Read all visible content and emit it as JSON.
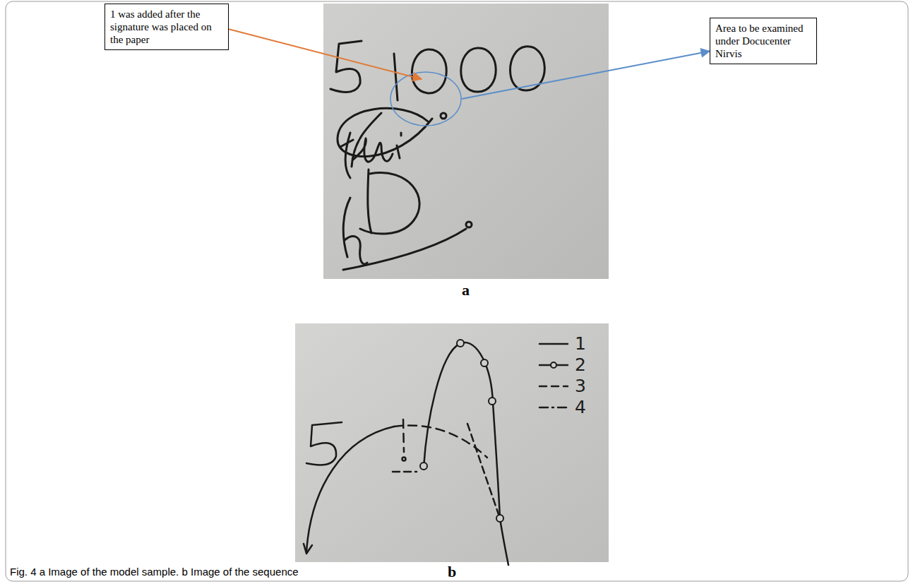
{
  "diagram": {
    "caption": "Fig. 4 a Image of the model sample. b Image of the sequence",
    "nodes": [
      {
        "text": [
          "1 was added after the signature was placed on the paper"
        ]
      },
      {
        "text": [
          "Area to be examined under Docucenter Nirvis"
        ]
      }
    ],
    "labels": [
      "a",
      "b"
    ],
    "legend": [
      {
        "text": "1"
      },
      {
        "text": "2"
      },
      {
        "text": "3"
      },
      {
        "text": "4"
      }
    ]
  }
}
